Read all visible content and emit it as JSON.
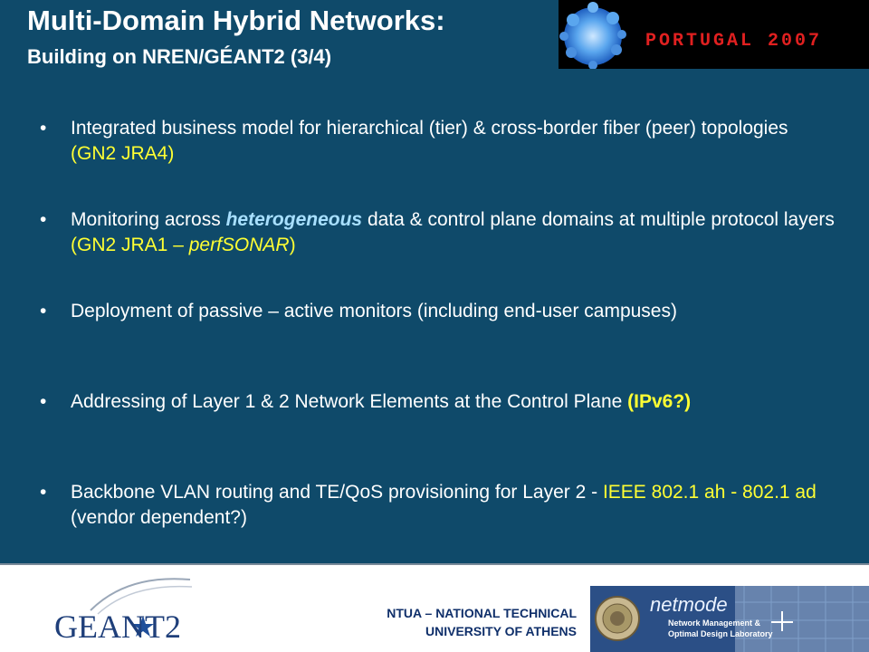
{
  "title": {
    "line1": "Multi-Domain Hybrid Networks:",
    "line2": "Building on NREN/GÉANT2 (3/4)"
  },
  "banner": {
    "text": "PORTUGAL 2007"
  },
  "bullets": [
    {
      "parts": [
        "Integrated business model for hierarchical (tier) & cross-border fiber (peer) topologies ",
        "(GN2 JRA4)"
      ]
    },
    {
      "parts": [
        "Monitoring across ",
        "heterogeneous",
        " data & control plane domains at multiple protocol layers ",
        "(GN2 JRA1 – ",
        "perfSONAR",
        ")"
      ]
    },
    {
      "parts": [
        "Deployment of passive – active monitors (including end-user campuses)"
      ]
    },
    {
      "parts": [
        "Addressing of Layer 1 & 2 Network Elements at the Control Plane ",
        "(IPv6?)"
      ]
    },
    {
      "parts": [
        "Backbone VLAN routing and TE/QoS provisioning for Layer 2 - ",
        "IEEE 802.1 ah - 802.1 ad",
        " (vendor dependent?)"
      ]
    }
  ],
  "footer": {
    "geant_logo": "GEANT2",
    "ntua_line1": "NTUA – NATIONAL TECHNICAL",
    "ntua_line2": "UNIVERSITY OF ATHENS",
    "netmode_title": "netmode",
    "netmode_sub1": "Network Management &",
    "netmode_sub2": "Optimal Design Laboratory"
  },
  "colors": {
    "background": "#0f4a6a",
    "highlight": "#ffff33",
    "emphasis": "#a8e0ff"
  }
}
